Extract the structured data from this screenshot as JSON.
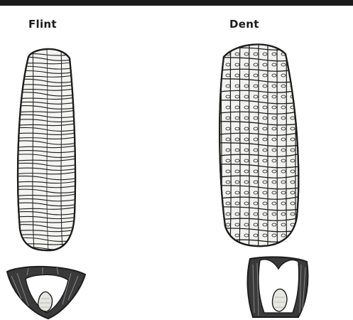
{
  "figure": {
    "rule_color": "#1a1a1a",
    "ink_color": "#1c1c1c",
    "flint": {
      "label": "Flint",
      "ear_icon": "flint-corn-ear-drawing",
      "kernel_icon": "flint-kernel-cross-section-drawing"
    },
    "dent": {
      "label": "Dent",
      "ear_icon": "dent-corn-ear-drawing",
      "kernel_icon": "dent-kernel-cross-section-drawing"
    }
  }
}
